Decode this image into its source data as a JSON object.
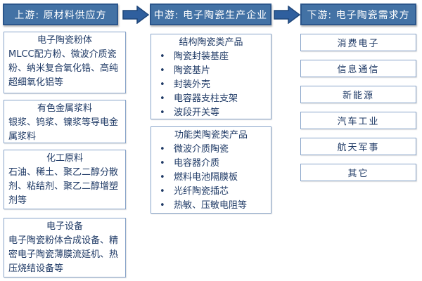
{
  "colors": {
    "header_fill": "#4372A5",
    "header_border": "#2B568C",
    "header_text": "#FFFFFF",
    "box_border": "#87A3C9",
    "box_text": "#1F3A66",
    "arrow_fill": "#2F5F9E",
    "background": "#FFFFFF"
  },
  "ui": {
    "bullet_glyph": "•"
  },
  "headers": [
    {
      "label": "上游: 原材料供应方"
    },
    {
      "label": "中游: 电子陶瓷生产企业"
    },
    {
      "label": "下游: 电子陶瓷需求方"
    }
  ],
  "upstream_boxes": [
    {
      "title": "电子陶瓷粉体",
      "body": "MLCC配方粉、微波介质瓷粉、纳米复合氧化锆、高纯超细氧化铝等"
    },
    {
      "title": "有色金属浆料",
      "body": "银浆、钨浆、镍浆等导电金属浆料"
    },
    {
      "title": "化工原料",
      "body": "石油、稀土、聚乙二醇分散剂、粘结剂、聚乙二醇增塑剂等"
    },
    {
      "title": "电子设备",
      "body": "电子陶瓷粉体合成设备、精密电子陶瓷薄膜流延机、热压烧结设备等"
    }
  ],
  "midstream_boxes": [
    {
      "title": "结构陶瓷类产品",
      "items": [
        "陶瓷封装基座",
        "陶瓷基片",
        "封装外壳",
        "电容器支柱支架",
        "波段开关等"
      ]
    },
    {
      "title": "功能类陶瓷类产品",
      "items": [
        "微波介质陶瓷",
        "电容器介质",
        "燃料电池隔膜板",
        "光纤陶瓷插芯",
        "热敏、压敏电阻等"
      ]
    }
  ],
  "downstream_boxes": [
    "消费电子",
    "信息通信",
    "新能源",
    "汽车工业",
    "航天军事",
    "其它"
  ]
}
